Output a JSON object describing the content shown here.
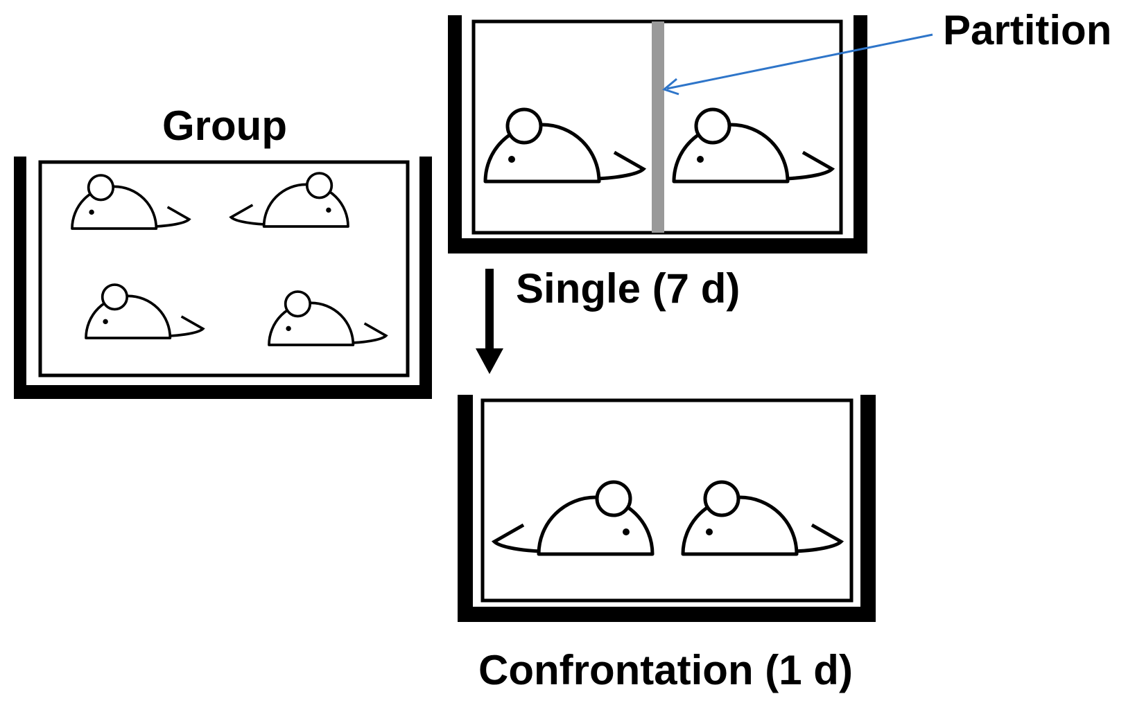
{
  "labels": {
    "group": "Group",
    "partition": "Partition",
    "single": "Single (7 d)",
    "confrontation": "Confrontation (1 d)"
  },
  "colors": {
    "ink": "#000000",
    "partition": "#999999",
    "pointer": "#2e75c9"
  },
  "cages": {
    "group": {
      "mice": 4
    },
    "single": {
      "mice": 2,
      "has_partition": true
    },
    "confrontation": {
      "mice": 2
    }
  }
}
